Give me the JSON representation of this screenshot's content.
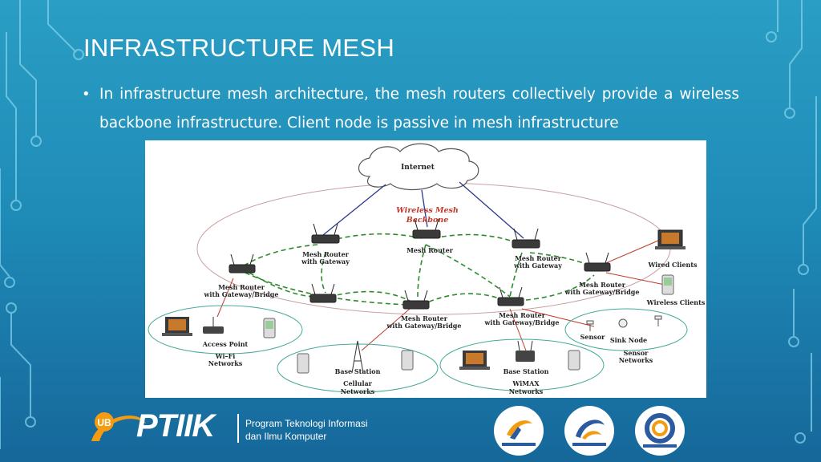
{
  "slide": {
    "title": "INFRASTRUCTURE MESH",
    "bullet": "In infrastructure mesh architecture, the mesh routers collectively provide a wireless backbone infrastructure. Client node is passive in mesh infrastructure"
  },
  "diagram": {
    "internet": "Internet",
    "backbone_line1": "Wireless Mesh",
    "backbone_line2": "Backbone",
    "routers": [
      {
        "line1": "Mesh Router",
        "line2": "with Gateway"
      },
      {
        "line1": "Mesh Router",
        "line2": ""
      },
      {
        "line1": "Mesh Router",
        "line2": "with Gateway"
      },
      {
        "line1": "Mesh Router",
        "line2": "with Gateway/Bridge"
      },
      {
        "line1": "Mesh Router",
        "line2": "with Gateway/Bridge"
      },
      {
        "line1": "Mesh Router",
        "line2": "with Gateway/Bridge"
      },
      {
        "line1": "Mesh Router",
        "line2": "with Gateway/Bridge"
      }
    ],
    "wired_clients": "Wired Clients",
    "wireless_clients": "Wireless Clients",
    "access_point": "Access Point",
    "wifi_line1": "Wi–Fi",
    "wifi_line2": "Networks",
    "base_station_cell": "Base Station",
    "cellular_line1": "Cellular",
    "cellular_line2": "Networks",
    "base_station_wimax": "Base Station",
    "wimax_line1": "WiMAX",
    "wimax_line2": "Networks",
    "sensor": "Sensor",
    "sink_node": "Sink Node",
    "sensor_net_line1": "Sensor",
    "sensor_net_line2": "Networks"
  },
  "footer": {
    "logo_badge": "UB",
    "brand": "PTIIK",
    "sub_line1": "Program Teknologi Informasi",
    "sub_line2": "dan Ilmu Komputer"
  },
  "colors": {
    "background_top": "#2a9ec4",
    "background_bottom": "#16679a",
    "backbone_label": "#c0392b",
    "mesh_link": "#2e8b2e",
    "uplink": "#2b3a8c"
  }
}
